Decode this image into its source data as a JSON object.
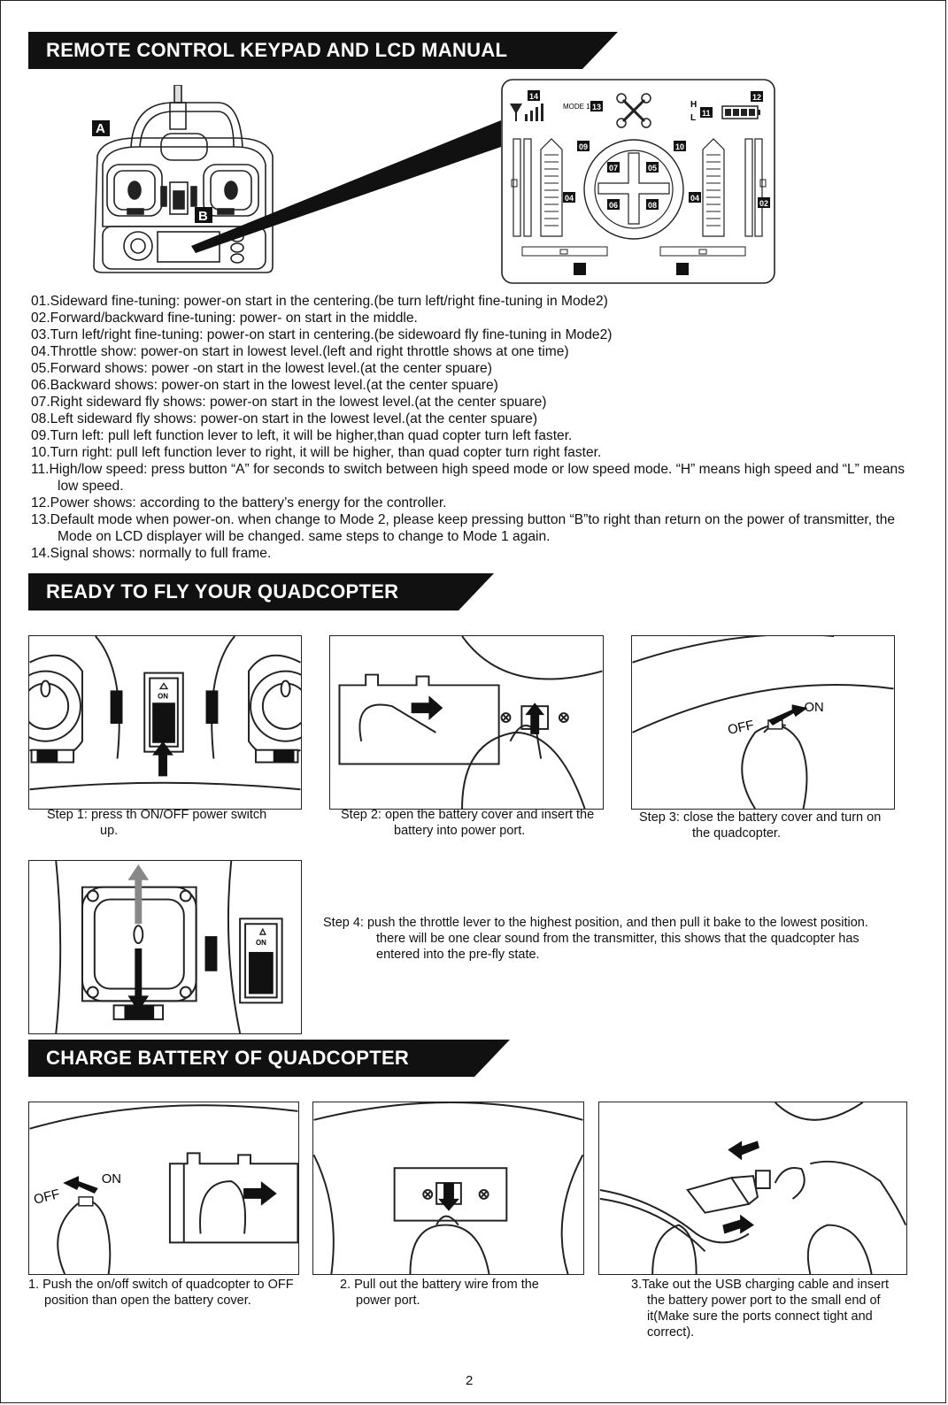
{
  "sections": {
    "keypad_title": "REMOTE CONTROL KEYPAD AND LCD MANUAL",
    "ready_title": "READY TO FLY YOUR QUADCOPTER",
    "charge_title": "CHARGE BATTERY OF QUADCOPTER"
  },
  "remote": {
    "label_a": "A",
    "label_b": "B"
  },
  "lcd": {
    "mode_text": "MODE 1",
    "speed_h": "H",
    "speed_l": "L",
    "tags": {
      "t02": "02",
      "t04a": "04",
      "t04b": "04",
      "t05": "05",
      "t06": "06",
      "t07": "07",
      "t08": "08",
      "t09": "09",
      "t10": "10",
      "t11": "11",
      "t12": "12",
      "t13": "13",
      "t14": "14"
    }
  },
  "manual_items": [
    "01.Sideward fine-tuning: power-on start in the centering.(be turn left/right fine-tuning in Mode2)",
    "02.Forward/backward fine-tuning: power- on start in the middle.",
    "03.Turn left/right fine-tuning: power-on start in centering.(be sidewoard fly fine-tuning in Mode2)",
    "04.Throttle show: power-on start in lowest level.(left and right throttle shows at one time)",
    "05.Forward shows: power -on start in the lowest level.(at the center spuare)",
    "06.Backward shows: power-on start in the lowest level.(at the center spuare)",
    "07.Right sideward fly shows: power-on start in the lowest level.(at the center spuare)",
    "08.Left sideward fly shows: power-on start in the lowest level.(at the center spuare)",
    "09.Turn left: pull left function lever to left, it will be higher,than quad copter turn left faster.",
    "10.Turn right: pull left function lever to right, it will be higher, than quad copter turn right faster.",
    "11.High/low speed: press button “A” for seconds to switch between high speed mode or low speed mode. “H” means high speed and “L” means low speed.",
    "12.Power shows: according to the battery’s energy for the controller.",
    "13.Default mode when power-on. when change to Mode 2, please keep pressing button “B”to right than return on the power of transmitter, the Mode on LCD displayer will be changed. same steps to change to Mode 1 again.",
    "14.Signal shows: normally to full frame."
  ],
  "ready_steps": {
    "step1": {
      "label": "Step 1:",
      "text": "press th ON/OFF power switch up."
    },
    "step2": {
      "label": "Step 2:",
      "text": "open the battery cover and insert the battery into power port."
    },
    "step3": {
      "label": "Step 3:",
      "text": "close the battery cover and turn on the quadcopter."
    },
    "step4": {
      "label": "Step 4:",
      "text": "push the throttle lever to the highest position, and then pull it bake to the lowest position. there will be one clear sound from the transmitter, this shows that the quadcopter has entered into the pre-fly state."
    }
  },
  "panel_labels": {
    "on_small": "ON",
    "off": "OFF",
    "on": "ON"
  },
  "charge_steps": {
    "step1": "1. Push the on/off switch of quadcopter to OFF position than open the battery cover.",
    "step2": "2. Pull out the battery wire from the power port.",
    "step3": "3.Take out the USB charging cable and insert the battery power port to the small end of it(Make sure the ports connect tight and correct)."
  },
  "page_number": "2"
}
